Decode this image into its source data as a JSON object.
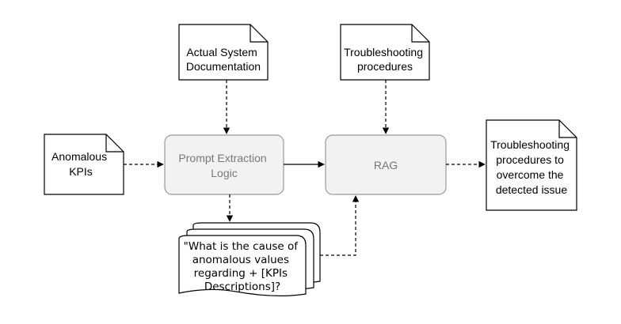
{
  "nodes": {
    "actual_system_documentation": {
      "lines": [
        "Actual System",
        "Documentation"
      ]
    },
    "troubleshooting_procedures_input": {
      "lines": [
        "Troubleshooting",
        "procedures"
      ]
    },
    "anomalous_kpis": {
      "lines": [
        "Anomalous",
        "KPIs"
      ]
    },
    "prompt_extraction_logic": {
      "lines": [
        "Prompt Extraction",
        "Logic"
      ]
    },
    "rag": {
      "lines": [
        "RAG"
      ]
    },
    "troubleshooting_output": {
      "lines": [
        "Troubleshooting",
        "procedures to",
        "overcome the",
        "detected issue"
      ]
    },
    "prompt_stack": {
      "lines": [
        "\"What is the cause of",
        "anomalous values",
        "regarding + [KPIs",
        "Descriptions]?"
      ]
    }
  },
  "colors": {
    "process_fill": "#f2f2f2",
    "process_stroke": "#999999",
    "process_text": "#777777",
    "line": "#000000"
  }
}
